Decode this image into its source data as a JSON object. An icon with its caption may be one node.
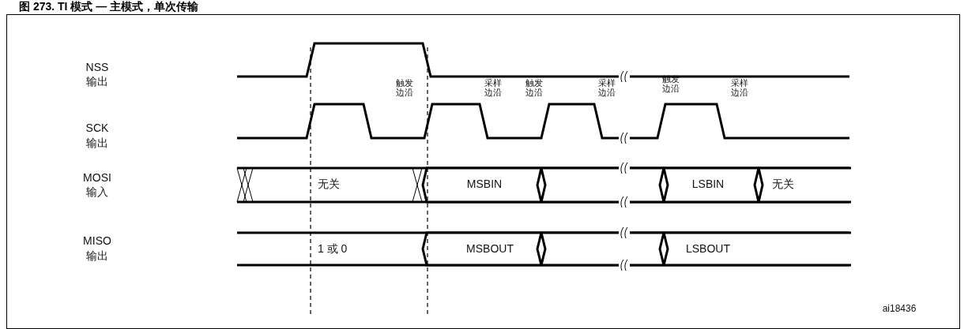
{
  "diagram": {
    "title": "图 273. TI 模式 — 主模式，单次传输",
    "labels": [
      "NSS",
      "输出",
      "触发边沿",
      "采样边沿",
      "触发边沿",
      "采样边沿",
      "触发边沿",
      "采样边沿",
      "SCK",
      "输出",
      "MOSI",
      "输入",
      "无关",
      "MSBIN",
      "LSBIN",
      "无关",
      "MISO",
      "输出",
      "1 或 0",
      "MSBOUT",
      "LSBOUT",
      "ai18436"
    ]
  }
}
